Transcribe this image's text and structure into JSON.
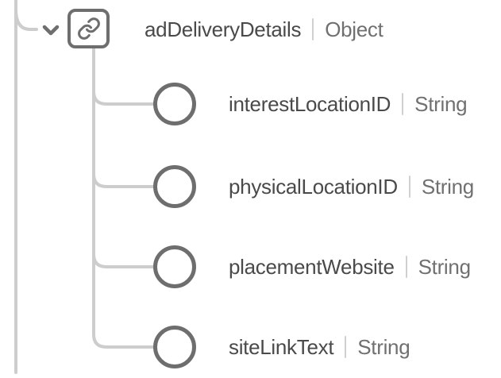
{
  "app": {
    "view": "schema-structure-tree"
  },
  "colors": {
    "background": "#ffffff",
    "connector_line": "#cdcdcd",
    "node_stroke": "#6e6e6e",
    "field_name_text": "#4a4a4a",
    "field_type_text": "#707070",
    "type_divider": "#d0d0d0"
  },
  "icons": {
    "expander": "chevron-down-icon",
    "root_node": "link-icon",
    "leaf_node": "circle-node-icon"
  },
  "tree": {
    "root": {
      "name": "adDeliveryDetails",
      "type": "Object"
    },
    "children": [
      {
        "name": "interestLocationID",
        "type": "String"
      },
      {
        "name": "physicalLocationID",
        "type": "String"
      },
      {
        "name": "placementWebsite",
        "type": "String"
      },
      {
        "name": "siteLinkText",
        "type": "String"
      }
    ]
  }
}
